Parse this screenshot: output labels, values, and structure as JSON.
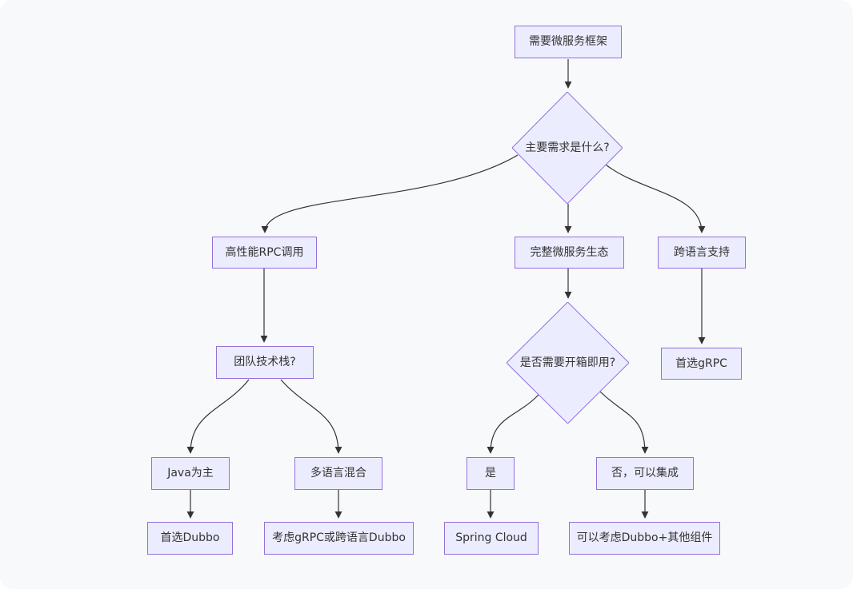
{
  "diagram": {
    "type": "flowchart",
    "direction": "top-down",
    "nodes": [
      {
        "id": "A",
        "shape": "rect",
        "label": "需要微服务框架"
      },
      {
        "id": "B",
        "shape": "diamond",
        "label": "主要需求是什么?"
      },
      {
        "id": "C",
        "shape": "rect",
        "label": "高性能RPC调用"
      },
      {
        "id": "D",
        "shape": "rect",
        "label": "完整微服务生态"
      },
      {
        "id": "E",
        "shape": "rect",
        "label": "跨语言支持"
      },
      {
        "id": "F",
        "shape": "rect",
        "label": "团队技术栈?"
      },
      {
        "id": "G",
        "shape": "diamond",
        "label": "是否需要开箱即用?"
      },
      {
        "id": "H",
        "shape": "rect",
        "label": "首选gRPC"
      },
      {
        "id": "I",
        "shape": "rect",
        "label": "Java为主"
      },
      {
        "id": "J",
        "shape": "rect",
        "label": "多语言混合"
      },
      {
        "id": "K",
        "shape": "rect",
        "label": "是"
      },
      {
        "id": "L",
        "shape": "rect",
        "label": "否，可以集成"
      },
      {
        "id": "M",
        "shape": "rect",
        "label": "首选Dubbo"
      },
      {
        "id": "N",
        "shape": "rect",
        "label": "考虑gRPC或跨语言Dubbo"
      },
      {
        "id": "O",
        "shape": "rect",
        "label": "Spring Cloud"
      },
      {
        "id": "P",
        "shape": "rect",
        "label": "可以考虑Dubbo+其他组件"
      }
    ],
    "edges": [
      {
        "from": "A",
        "to": "B"
      },
      {
        "from": "B",
        "to": "C"
      },
      {
        "from": "B",
        "to": "D"
      },
      {
        "from": "B",
        "to": "E"
      },
      {
        "from": "C",
        "to": "F"
      },
      {
        "from": "F",
        "to": "I"
      },
      {
        "from": "F",
        "to": "J"
      },
      {
        "from": "D",
        "to": "G"
      },
      {
        "from": "G",
        "to": "K"
      },
      {
        "from": "G",
        "to": "L"
      },
      {
        "from": "E",
        "to": "H"
      },
      {
        "from": "I",
        "to": "M"
      },
      {
        "from": "J",
        "to": "N"
      },
      {
        "from": "K",
        "to": "O"
      },
      {
        "from": "L",
        "to": "P"
      }
    ],
    "colors": {
      "node_fill": "#ECECFF",
      "node_border": "#9370DB",
      "edge": "#333333",
      "text": "#333333",
      "canvas_bg": "#f8f9fb"
    }
  }
}
